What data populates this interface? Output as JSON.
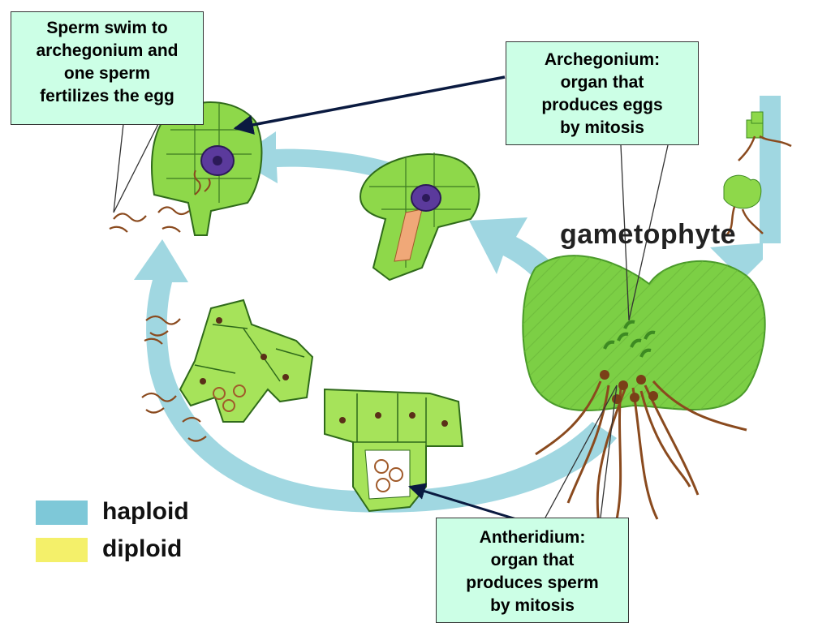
{
  "callouts": {
    "sperm_fertilize": [
      "Sperm swim to",
      "archegonium and",
      "one sperm",
      "fertilizes the egg"
    ],
    "archegonium": [
      "Archegonium:",
      "organ that",
      "produces eggs",
      "by mitosis"
    ],
    "antheridium": [
      "Antheridium:",
      "organ that",
      "produces sperm",
      "by mitosis"
    ]
  },
  "gametophyte_label": "gametophyte",
  "legend": [
    {
      "label": "haploid",
      "color": "#7ec8d8"
    },
    {
      "label": "diploid",
      "color": "#f4f06a"
    }
  ],
  "colors": {
    "cycle_arrow": "#8fd0dc",
    "cell_green": "#8ed84a",
    "cell_light": "#c8f06a",
    "egg": "#5b3a9c",
    "sperm": "#8a4a1e",
    "callout_fill": "#ccffe6"
  }
}
